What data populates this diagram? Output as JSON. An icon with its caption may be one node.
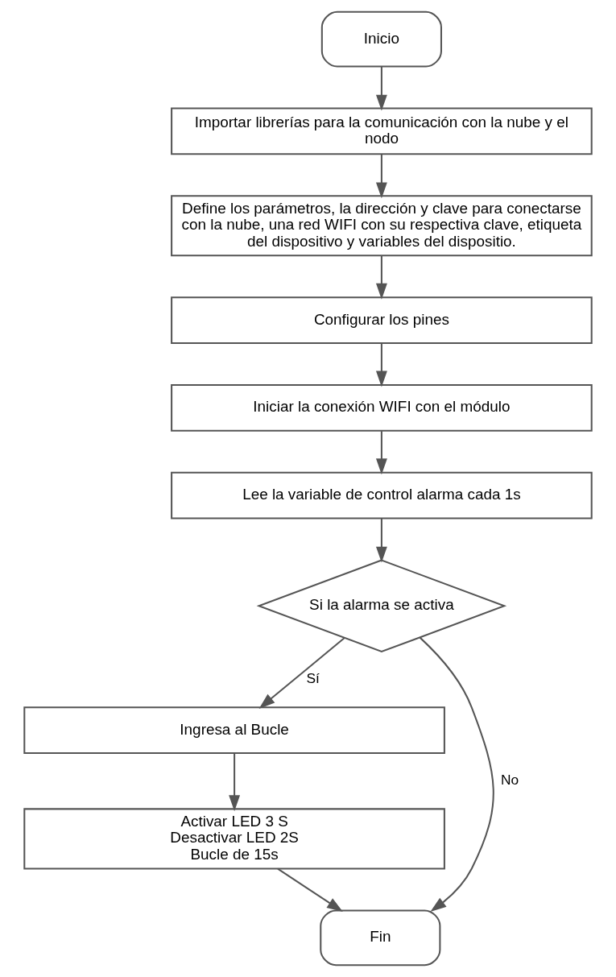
{
  "diagram": {
    "nodes": [
      {
        "text": [
          "Inicio"
        ]
      },
      {
        "text": [
          "Importar librerías para la comunicación con la nube y el nodo"
        ]
      },
      {
        "text": [
          "Define los parámetros, la dirección y clave para conectarse con la nube, una red WIFI con su respectiva clave, etiqueta del dispositivo y variables del dispositio."
        ]
      },
      {
        "text": [
          "Configurar los pines"
        ]
      },
      {
        "text": [
          "Iniciar la conexión WIFI con el módulo"
        ]
      },
      {
        "text": [
          "Lee la variable de control alarma cada 1s"
        ]
      },
      {
        "text": [
          "Si la alarma se activa"
        ]
      },
      {
        "text": [
          "Ingresa al Bucle"
        ]
      },
      {
        "text": [
          "Activar LED 3 S",
          "Desactivar LED 2S",
          "Bucle de 15s"
        ]
      },
      {
        "text": [
          "Fin"
        ]
      }
    ],
    "edges": [
      {
        "from": 0,
        "to": 1,
        "arrow": "to"
      },
      {
        "from": 1,
        "to": 2,
        "arrow": "to"
      },
      {
        "from": 2,
        "to": 3,
        "arrow": "to"
      },
      {
        "from": 3,
        "to": 4,
        "arrow": "to"
      },
      {
        "from": 4,
        "to": 5,
        "arrow": "to"
      },
      {
        "from": 5,
        "to": 6,
        "arrow": "to"
      },
      {
        "from": 6,
        "to": 7,
        "arrow": "to",
        "label": "Sí"
      },
      {
        "from": 7,
        "to": 8,
        "arrow": "to"
      },
      {
        "from": 6,
        "to": 9,
        "arrow": "to",
        "label": "No"
      },
      {
        "from": 8,
        "to": 9,
        "arrow": "to"
      }
    ]
  }
}
